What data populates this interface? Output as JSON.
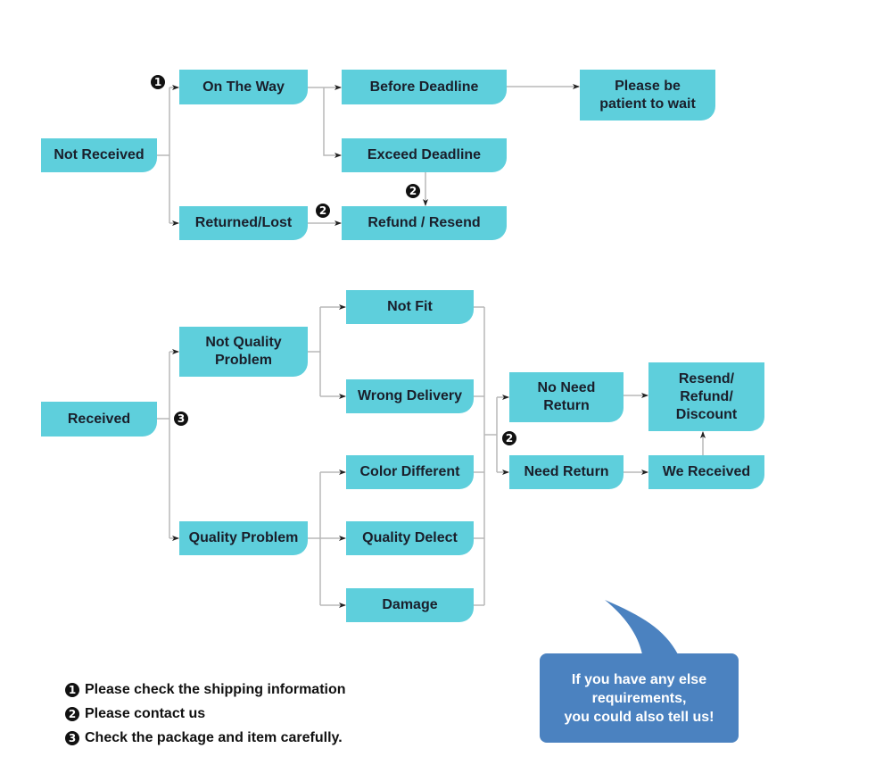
{
  "colors": {
    "node": "#5ecfdc",
    "connector": "#b8b8b8",
    "bubble": "#4b82c0",
    "badge": "#111111"
  },
  "flows": {
    "not_received": {
      "root": "Not Received",
      "on_the_way": "On The Way",
      "returned_lost": "Returned/Lost",
      "before_deadline": "Before Deadline",
      "exceed_deadline": "Exceed Deadline",
      "refund_resend": "Refund / Resend",
      "please_wait": "Please be\npatient to wait"
    },
    "received": {
      "root": "Received",
      "not_quality_problem": "Not Quality\nProblem",
      "quality_problem": "Quality Problem",
      "not_fit": "Not Fit",
      "wrong_delivery": "Wrong Delivery",
      "color_different": "Color Different",
      "quality_defect": "Quality Delect",
      "damage": "Damage",
      "no_need_return": "No Need\nReturn",
      "need_return": "Need Return",
      "we_received": "We Received",
      "resend_refund_discount": "Resend/\nRefund/\nDiscount"
    }
  },
  "badges": {
    "one": "1",
    "two": "2",
    "three": "3"
  },
  "legend": [
    {
      "badge": "1",
      "text": "Please check the shipping information"
    },
    {
      "badge": "2",
      "text": "Please contact us"
    },
    {
      "badge": "3",
      "text": "Check the package and item carefully."
    }
  ],
  "bubble": {
    "text": "If you have any else\nrequirements,\nyou could also tell us!"
  }
}
